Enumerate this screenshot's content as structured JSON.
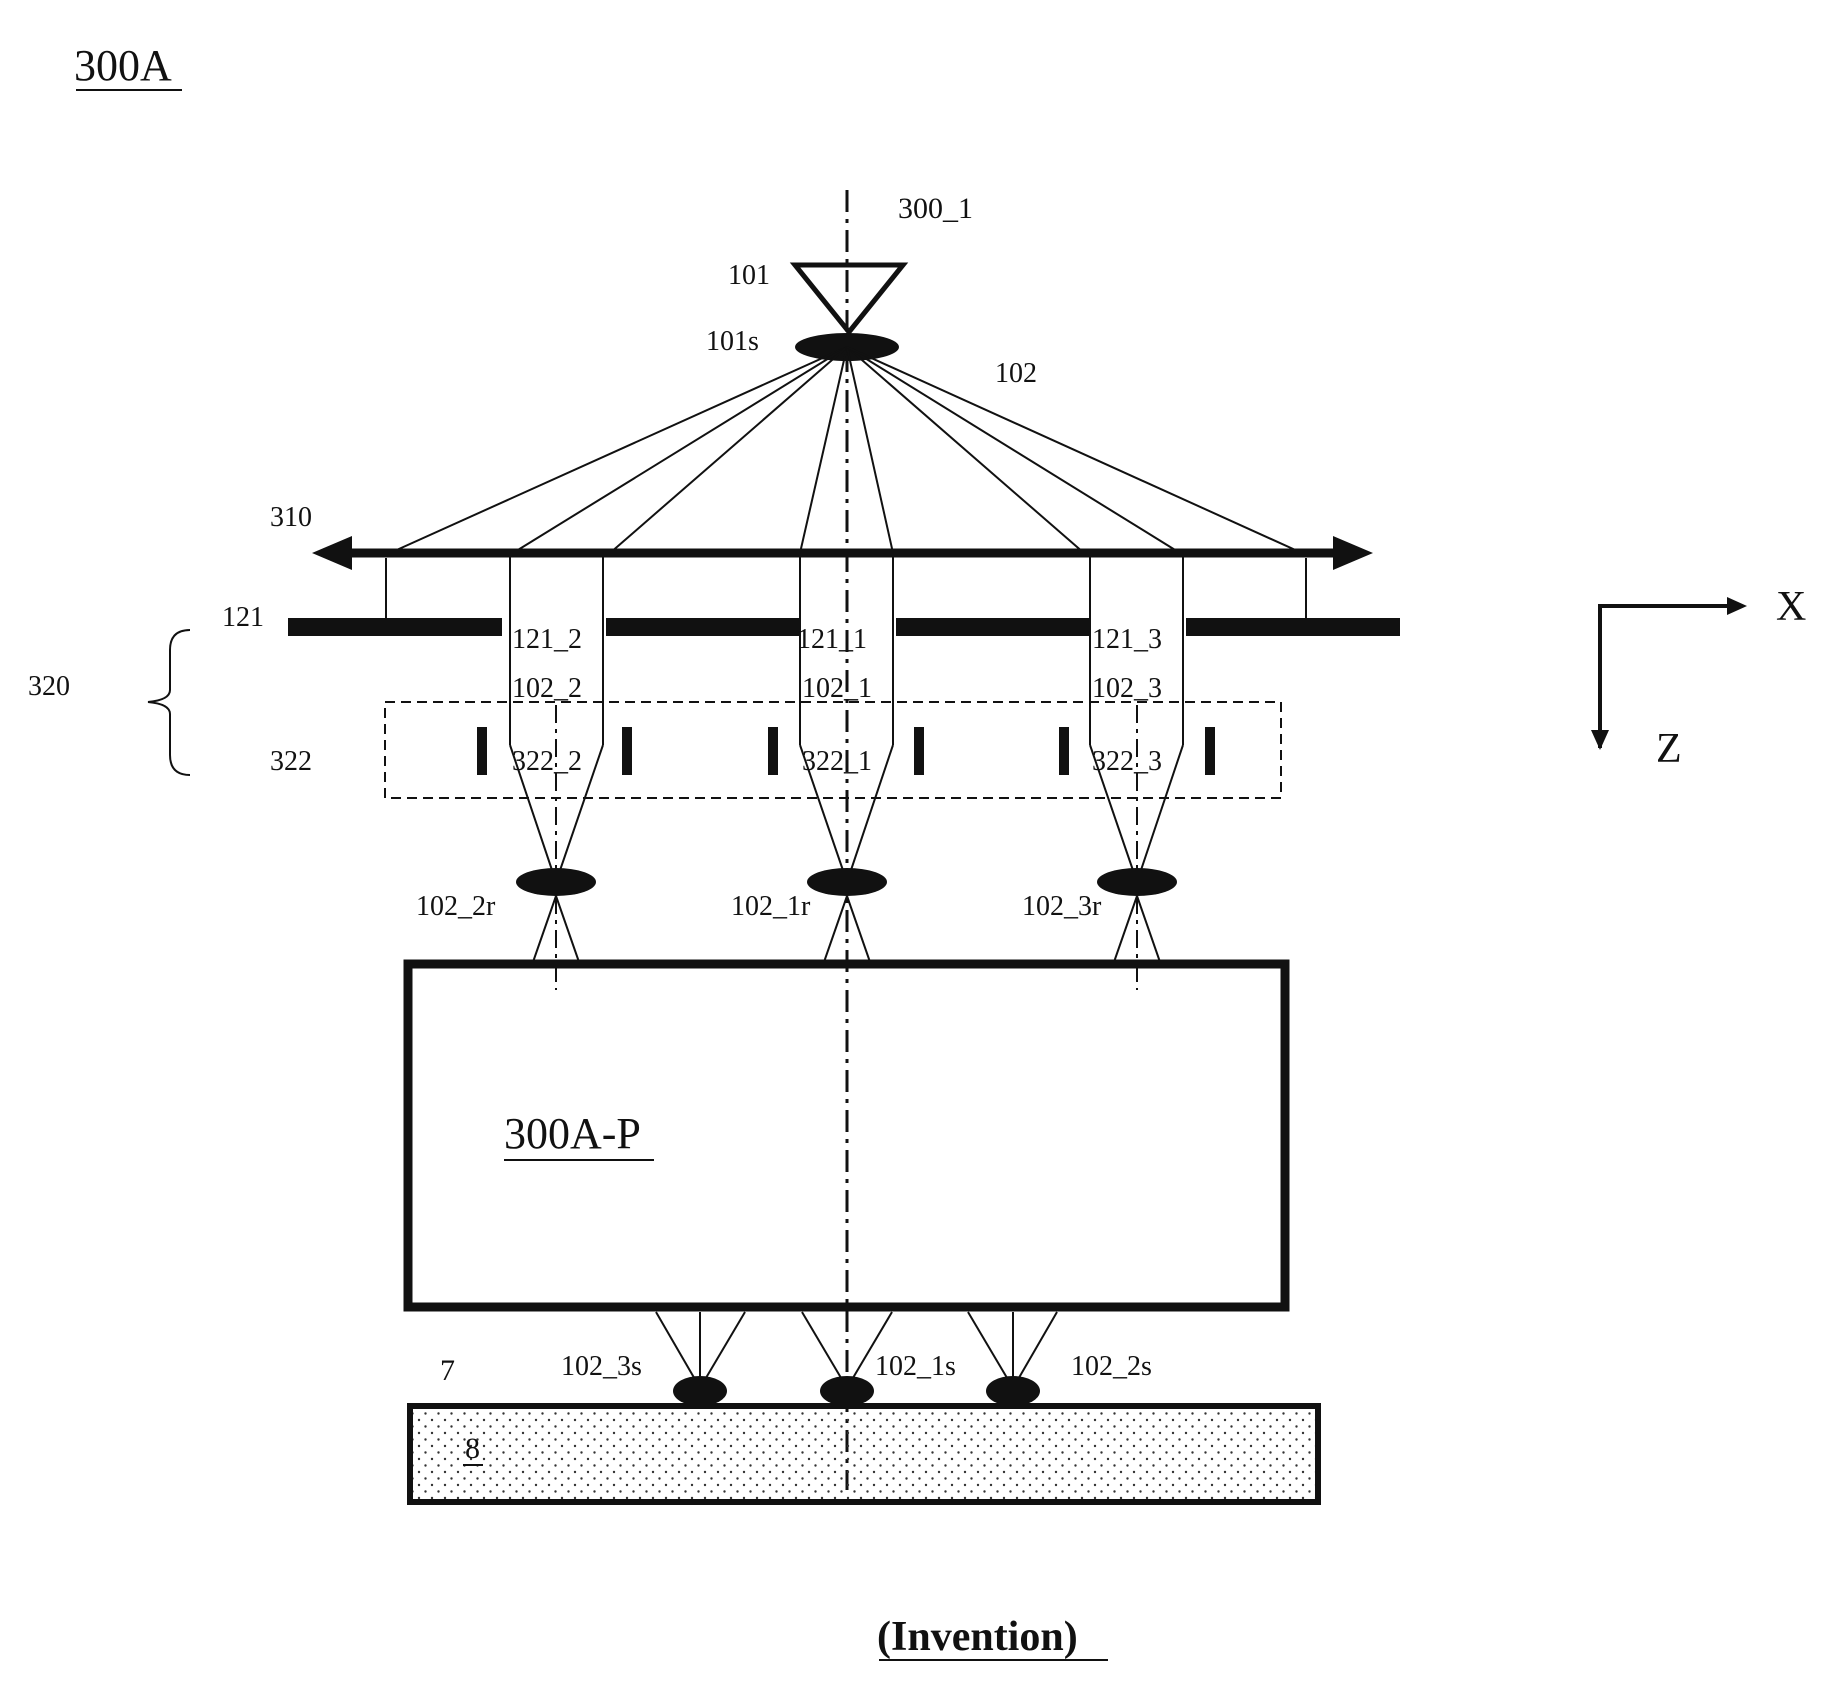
{
  "figure": {
    "id_label": "300A",
    "axis_label": "300_1",
    "caption": "(Invention)",
    "labels": {
      "source": "101",
      "crossover": "101s",
      "primary_beam": "102",
      "condenser": "310",
      "aperture_plate": "121",
      "source_conversion_unit": "320",
      "deflector_array": "322",
      "aperture_1": "121_1",
      "aperture_2": "121_2",
      "aperture_3": "121_3",
      "beamlet_1": "102_1",
      "beamlet_2": "102_2",
      "beamlet_3": "102_3",
      "deflector_1": "322_1",
      "deflector_2": "322_2",
      "deflector_3": "322_3",
      "virtual_image_1": "102_1r",
      "virtual_image_2": "102_2r",
      "virtual_image_3": "102_3r",
      "projection_system": "300A-P",
      "probe_spot_1": "102_1s",
      "probe_spot_2": "102_2s",
      "probe_spot_3": "102_3s",
      "sample_surface": "7",
      "sample": "8"
    },
    "axes": {
      "x": "X",
      "z": "Z"
    }
  }
}
